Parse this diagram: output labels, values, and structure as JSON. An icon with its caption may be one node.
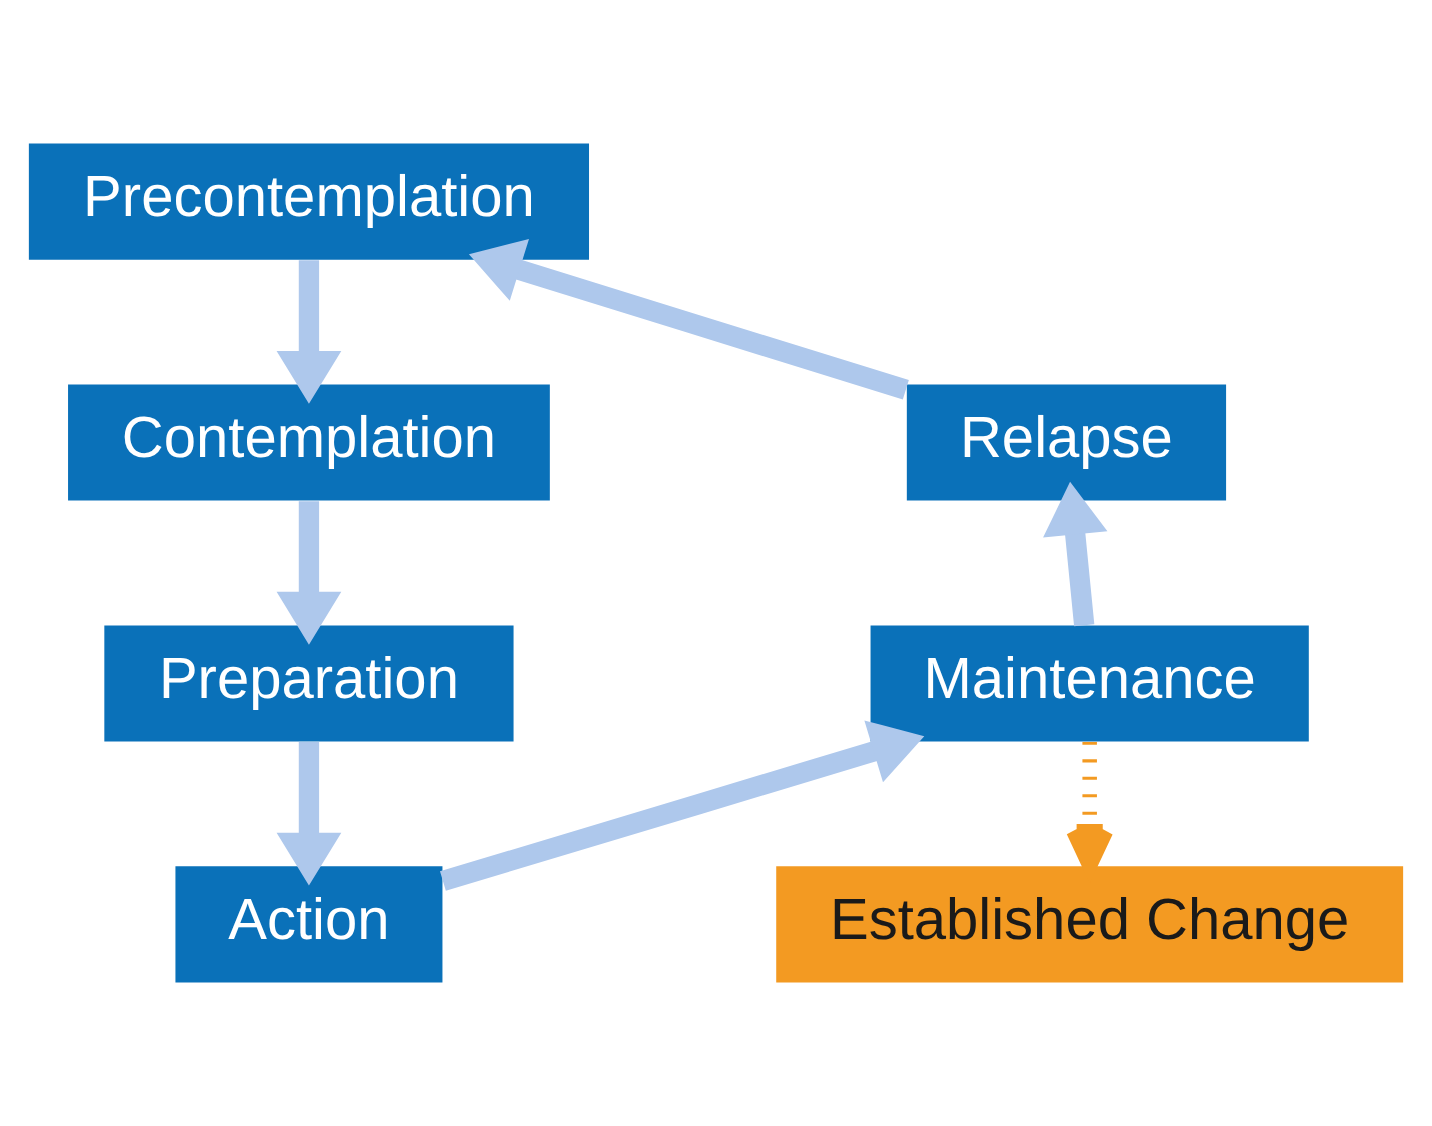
{
  "diagram": {
    "nodes": [
      {
        "text": [
          "Precontemplation"
        ]
      },
      {
        "text": [
          "Contemplation"
        ]
      },
      {
        "text": [
          "Preparation"
        ]
      },
      {
        "text": [
          "Action"
        ]
      },
      {
        "text": [
          "Maintenance"
        ]
      },
      {
        "text": [
          "Relapse"
        ]
      },
      {
        "text": [
          "Established Change"
        ]
      }
    ],
    "edges": [
      {
        "from": 0,
        "to": 1,
        "arrow": "to"
      },
      {
        "from": 1,
        "to": 2,
        "arrow": "to"
      },
      {
        "from": 2,
        "to": 3,
        "arrow": "to"
      },
      {
        "from": 3,
        "to": 4,
        "arrow": "to"
      },
      {
        "from": 4,
        "to": 5,
        "arrow": "to"
      },
      {
        "from": 5,
        "to": 0,
        "arrow": "to"
      },
      {
        "from": 4,
        "to": 6,
        "arrow": "to",
        "style": "dashed",
        "color": "#f39a22"
      }
    ]
  }
}
